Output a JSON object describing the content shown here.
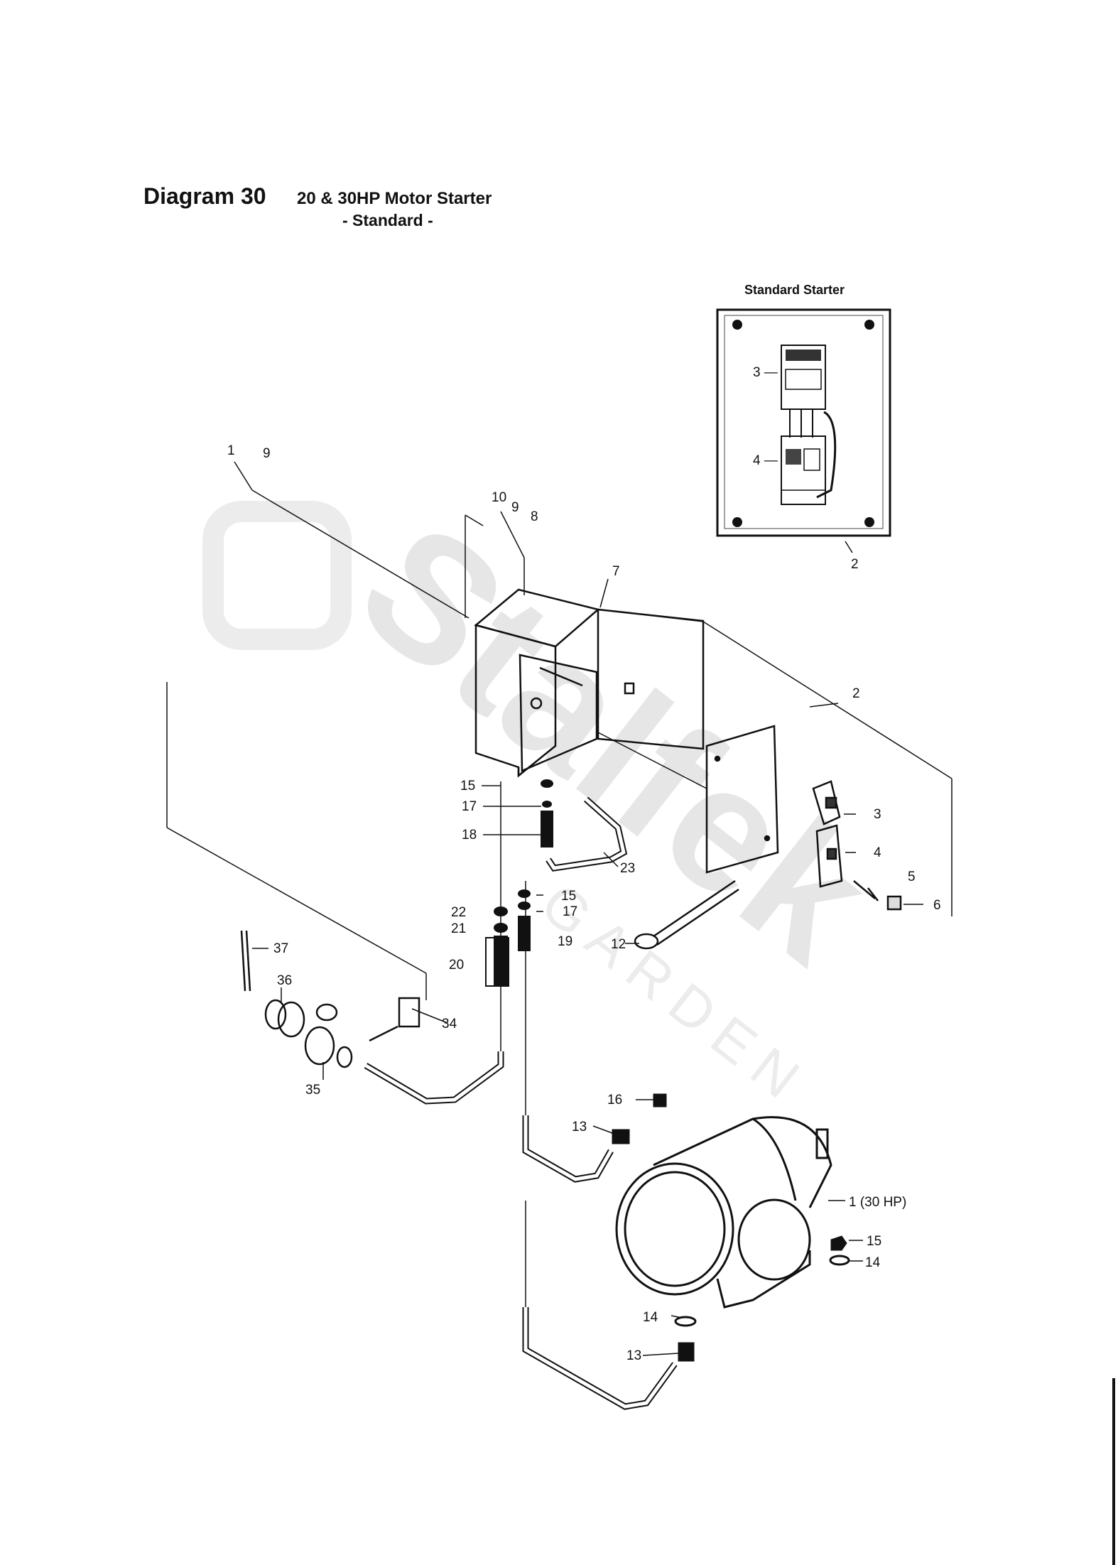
{
  "header": {
    "diagram_number": "Diagram 30",
    "title": "20 & 30HP Motor Starter",
    "subtitle": "- Standard  -"
  },
  "inset": {
    "title": "Standard Starter",
    "labels": {
      "contactor": "3 —",
      "overload": "4 —",
      "panel": "2"
    }
  },
  "callouts": {
    "c11": "1",
    "c9a": "9",
    "c10": "10",
    "c9b": "9",
    "c8": "8",
    "c7": "7",
    "c2": "2",
    "c3": "3",
    "c4": "4",
    "c5": "5",
    "c6": "6",
    "c15a": "15",
    "c17a": "17",
    "c18": "18",
    "c23": "23",
    "c15b": "15",
    "c17b": "17",
    "c22": "22",
    "c21": "21",
    "c19": "19",
    "c20": "20",
    "c12": "12",
    "c37": "37",
    "c36": "36",
    "c34": "34",
    "c35": "35",
    "c16": "16",
    "c13a": "13",
    "c1": "1 (30 HP)",
    "c15c": "15",
    "c14a": "14",
    "c14b": "14",
    "c13b": "13"
  },
  "watermark": {
    "brand": "Stalfek",
    "sub": "GARDEN"
  }
}
